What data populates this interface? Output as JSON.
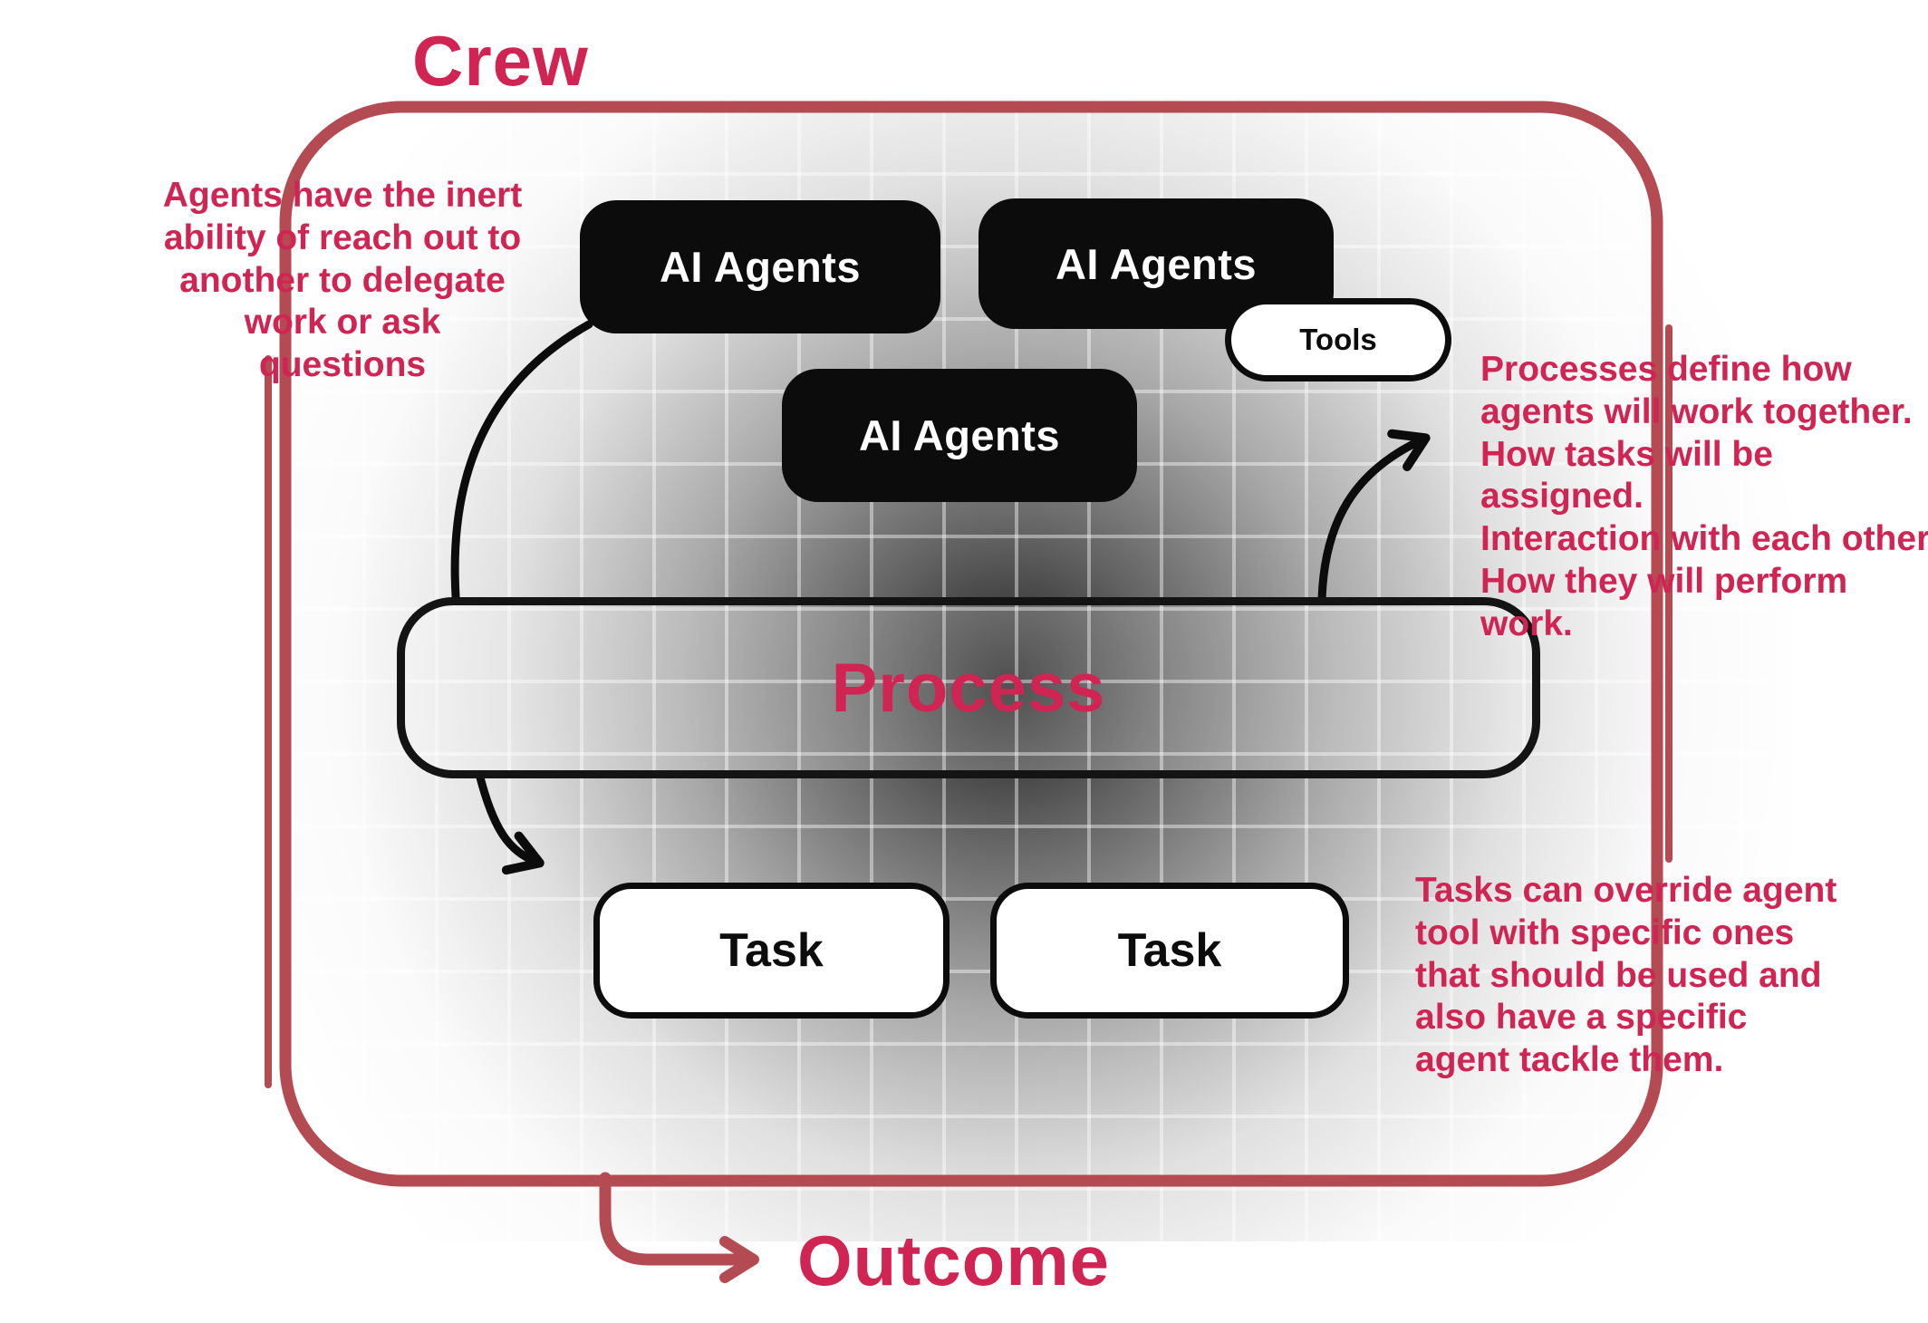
{
  "colors": {
    "accent": "#d02452",
    "frame": "#b44a52",
    "ink": "#0c0c0c"
  },
  "frame": {
    "title": "Crew"
  },
  "nodes": {
    "agent1": {
      "label": "AI Agents"
    },
    "agent2": {
      "label": "AI Agents"
    },
    "agent3": {
      "label": "AI Agents"
    },
    "tools": {
      "label": "Tools"
    },
    "process": {
      "label": "Process"
    },
    "task1": {
      "label": "Task"
    },
    "task2": {
      "label": "Task"
    }
  },
  "annotations": {
    "delegation": "Agents have the inert\nability of reach out to\nanother to delegate\nwork or ask questions",
    "process": "Processes define how\nagents will work together.\nHow tasks will be assigned.\nInteraction with each other.\nHow they will perform work.",
    "tasks": "Tasks can override agent\ntool with specific ones\nthat should be used and\nalso have a specific\nagent tackle them."
  },
  "outcome": {
    "label": "Outcome"
  }
}
